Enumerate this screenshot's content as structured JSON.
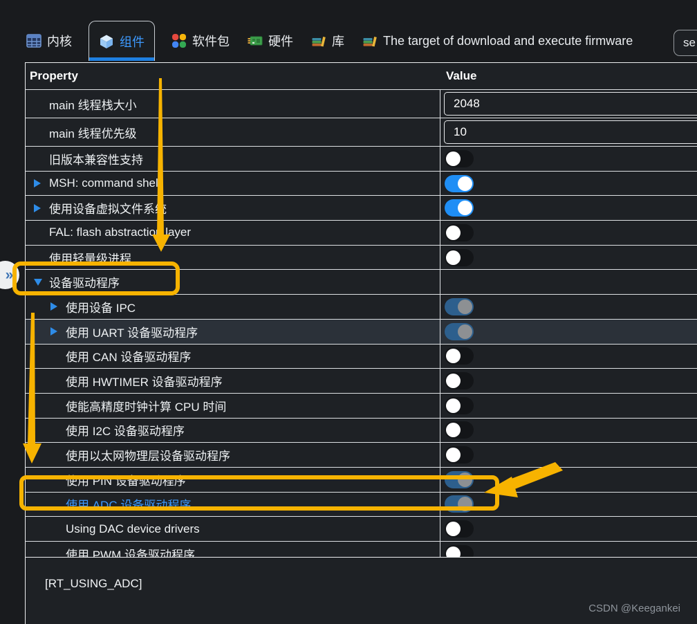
{
  "tab_bar": {
    "tabs": [
      {
        "label": "内核",
        "icon": "kernel-grid-icon",
        "selected": false
      },
      {
        "label": "组件",
        "icon": "component-cube-icon",
        "selected": true
      },
      {
        "label": "软件包",
        "icon": "packages-clover-icon",
        "selected": false
      },
      {
        "label": "硬件",
        "icon": "hardware-board-icon",
        "selected": false
      },
      {
        "label": "库",
        "icon": "library-books-icon",
        "selected": false
      },
      {
        "label": "The target of download and execute firmware",
        "icon": "firmware-books-icon",
        "selected": false
      }
    ],
    "search_button_text": "se"
  },
  "table": {
    "columns": {
      "property": "Property",
      "value": "Value"
    },
    "rows": [
      {
        "label": "main 线程栈大小",
        "indent": 1,
        "arrow": "none",
        "value": {
          "type": "input",
          "text": "2048"
        }
      },
      {
        "label": "main 线程优先级",
        "indent": 1,
        "arrow": "none",
        "value": {
          "type": "input",
          "text": "10"
        }
      },
      {
        "label": "旧版本兼容性支持",
        "indent": 1,
        "arrow": "none",
        "value": {
          "type": "toggle",
          "state": "off"
        }
      },
      {
        "label": "MSH: command shell",
        "indent": 1,
        "arrow": "collapsed",
        "value": {
          "type": "toggle",
          "state": "on"
        }
      },
      {
        "label": "使用设备虚拟文件系统",
        "indent": 1,
        "arrow": "collapsed",
        "value": {
          "type": "toggle",
          "state": "on"
        }
      },
      {
        "label": "FAL: flash abstraction layer",
        "indent": 1,
        "arrow": "none",
        "value": {
          "type": "toggle",
          "state": "off"
        }
      },
      {
        "label": "使用轻量级进程",
        "indent": 1,
        "arrow": "none",
        "value": {
          "type": "toggle",
          "state": "off"
        }
      },
      {
        "label": "设备驱动程序",
        "indent": 1,
        "arrow": "expanded",
        "value": {
          "type": "none"
        }
      },
      {
        "label": "使用设备 IPC",
        "indent": 2,
        "arrow": "collapsed",
        "value": {
          "type": "toggle",
          "state": "on-disabled"
        }
      },
      {
        "label": "使用 UART 设备驱动程序",
        "indent": 2,
        "arrow": "collapsed",
        "value": {
          "type": "toggle",
          "state": "on-disabled"
        },
        "highlighted": true
      },
      {
        "label": "使用 CAN 设备驱动程序",
        "indent": 2,
        "arrow": "none",
        "value": {
          "type": "toggle",
          "state": "off"
        }
      },
      {
        "label": "使用 HWTIMER 设备驱动程序",
        "indent": 2,
        "arrow": "none",
        "value": {
          "type": "toggle",
          "state": "off"
        }
      },
      {
        "label": "使能高精度时钟计算 CPU 时间",
        "indent": 2,
        "arrow": "none",
        "value": {
          "type": "toggle",
          "state": "off"
        }
      },
      {
        "label": "使用 I2C 设备驱动程序",
        "indent": 2,
        "arrow": "none",
        "value": {
          "type": "toggle",
          "state": "off"
        }
      },
      {
        "label": "使用以太网物理层设备驱动程序",
        "indent": 2,
        "arrow": "none",
        "value": {
          "type": "toggle",
          "state": "off"
        }
      },
      {
        "label": "使用 PIN 设备驱动程序",
        "indent": 2,
        "arrow": "none",
        "value": {
          "type": "toggle",
          "state": "on-disabled"
        }
      },
      {
        "label": "使用 ADC 设备驱动程序",
        "indent": 2,
        "arrow": "none",
        "value": {
          "type": "toggle",
          "state": "on-disabled"
        },
        "accent": true
      },
      {
        "label": "Using DAC device drivers",
        "indent": 2,
        "arrow": "none",
        "value": {
          "type": "toggle",
          "state": "off"
        }
      },
      {
        "label": "使用 PWM 设备驱动程序",
        "indent": 2,
        "arrow": "none",
        "value": {
          "type": "toggle",
          "state": "off"
        }
      }
    ]
  },
  "detail_panel": {
    "text": "[RT_USING_ADC]"
  },
  "watermark": "CSDN @Keegankei",
  "collapse_button": {
    "glyph": "»"
  },
  "annotations": {
    "color": "#f7b300",
    "items": [
      "arrow-down-to-device-drivers",
      "box-around-device-drivers",
      "arrow-down-to-pin-driver",
      "box-around-adc-driver",
      "arrow-to-adc-toggle"
    ]
  },
  "colors": {
    "accent_blue": "#2e8ce8",
    "tab_active_text": "#3d9aff",
    "toggle_on": "#1f8ef5",
    "toggle_disabled_on": "#2d5f8d",
    "annotation_yellow": "#f7b300",
    "row_highlight": "#2b3139",
    "accent_row_text": "#3d9aff"
  }
}
